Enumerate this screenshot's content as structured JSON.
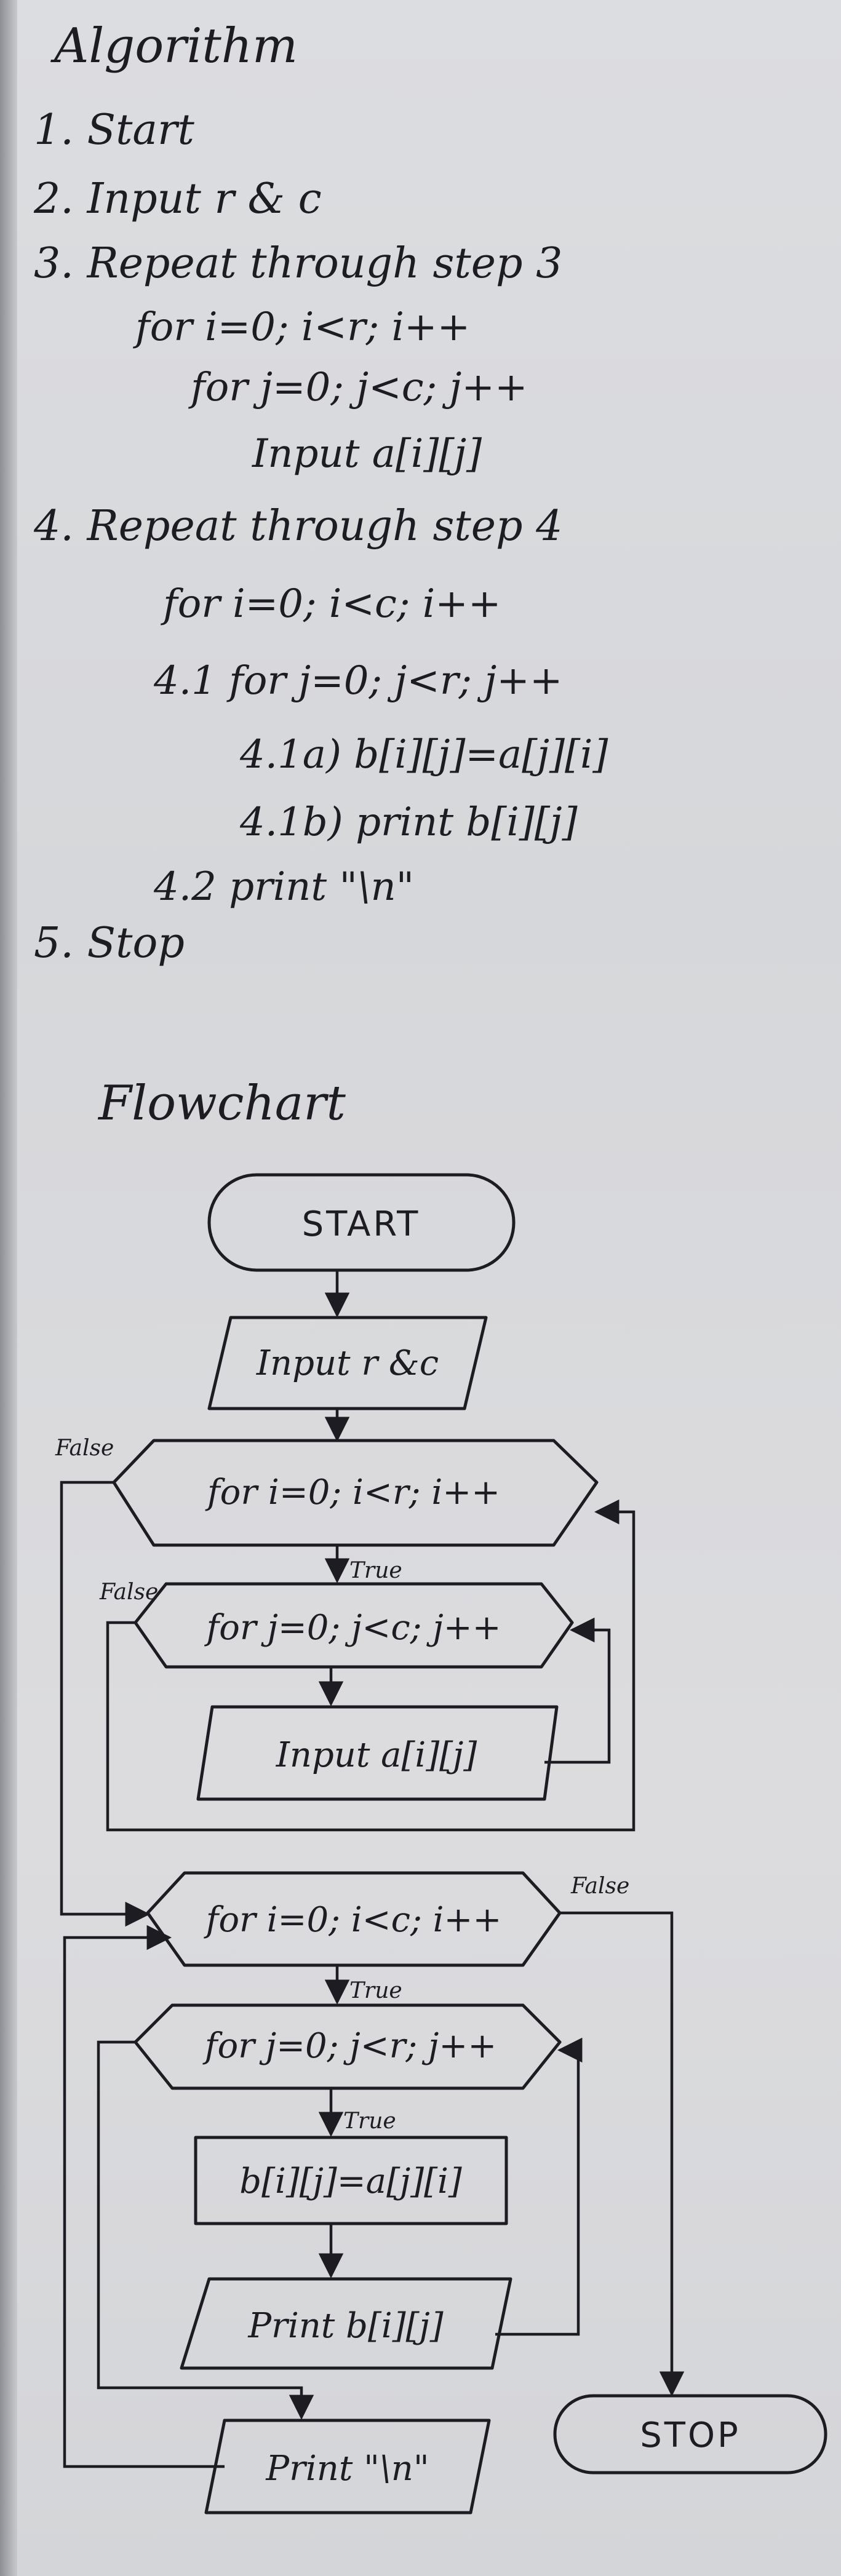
{
  "algorithm": {
    "heading": "Algorithm",
    "steps": [
      "1. Start",
      "2. Input r & c",
      "3. Repeat through step 3",
      "for i=0; i<r; i++",
      "for j=0; j<c; j++",
      "Input a[i][j]",
      "4. Repeat through step 4",
      "for i=0; i<c; i++",
      "4.1 for j=0; j<r; j++",
      "4.1a) b[i][j]=a[j][i]",
      "4.1b) print b[i][j]",
      "4.2 print \"\\n\"",
      "5. Stop"
    ]
  },
  "flowchart": {
    "heading": "Flowchart",
    "start": "START",
    "input_rc": "Input r &c",
    "loop_i_r": "for i=0; i<r; i++",
    "loop_j_c": "for j=0; j<c; j++",
    "input_a": "Input a[i][j]",
    "loop_i_c": "for i=0; i<c; i++",
    "loop_j_r": "for j=0; j<r; j++",
    "assign_b": "b[i][j]=a[j][i]",
    "print_b": "Print b[i][j]",
    "print_newline": "Print \"\\n\"",
    "stop": "STOP",
    "false_label": "False",
    "true_label": "True"
  }
}
